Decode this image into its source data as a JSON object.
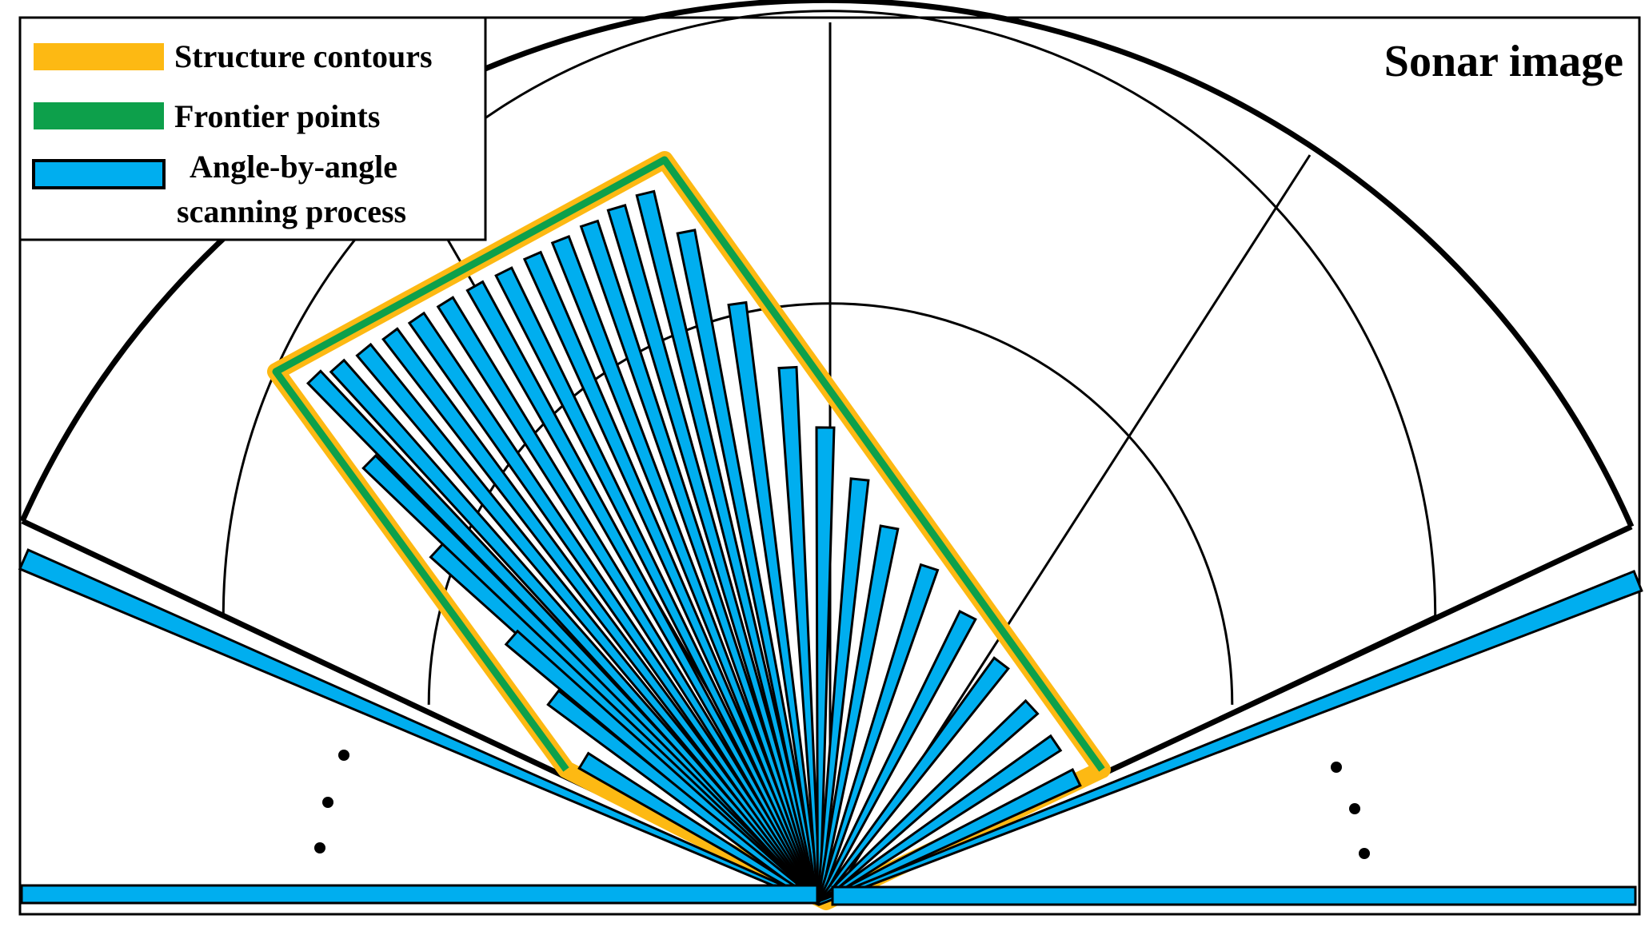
{
  "title": "Sonar image",
  "legend": {
    "items": [
      {
        "label": "Structure contours",
        "color": "#FDB913"
      },
      {
        "label": "Frontier points",
        "color": "#0DA04B"
      },
      {
        "label_lines": [
          "Angle-by-angle",
          "scanning process"
        ],
        "color": "#00AEEF"
      }
    ]
  },
  "colors": {
    "beam": "#00AEEF",
    "contour": "#FDB913",
    "frontier": "#0DA04B",
    "line": "#000000",
    "background": "#FFFFFF"
  },
  "icons": [
    "continuation-dots-left",
    "continuation-dots-right"
  ]
}
